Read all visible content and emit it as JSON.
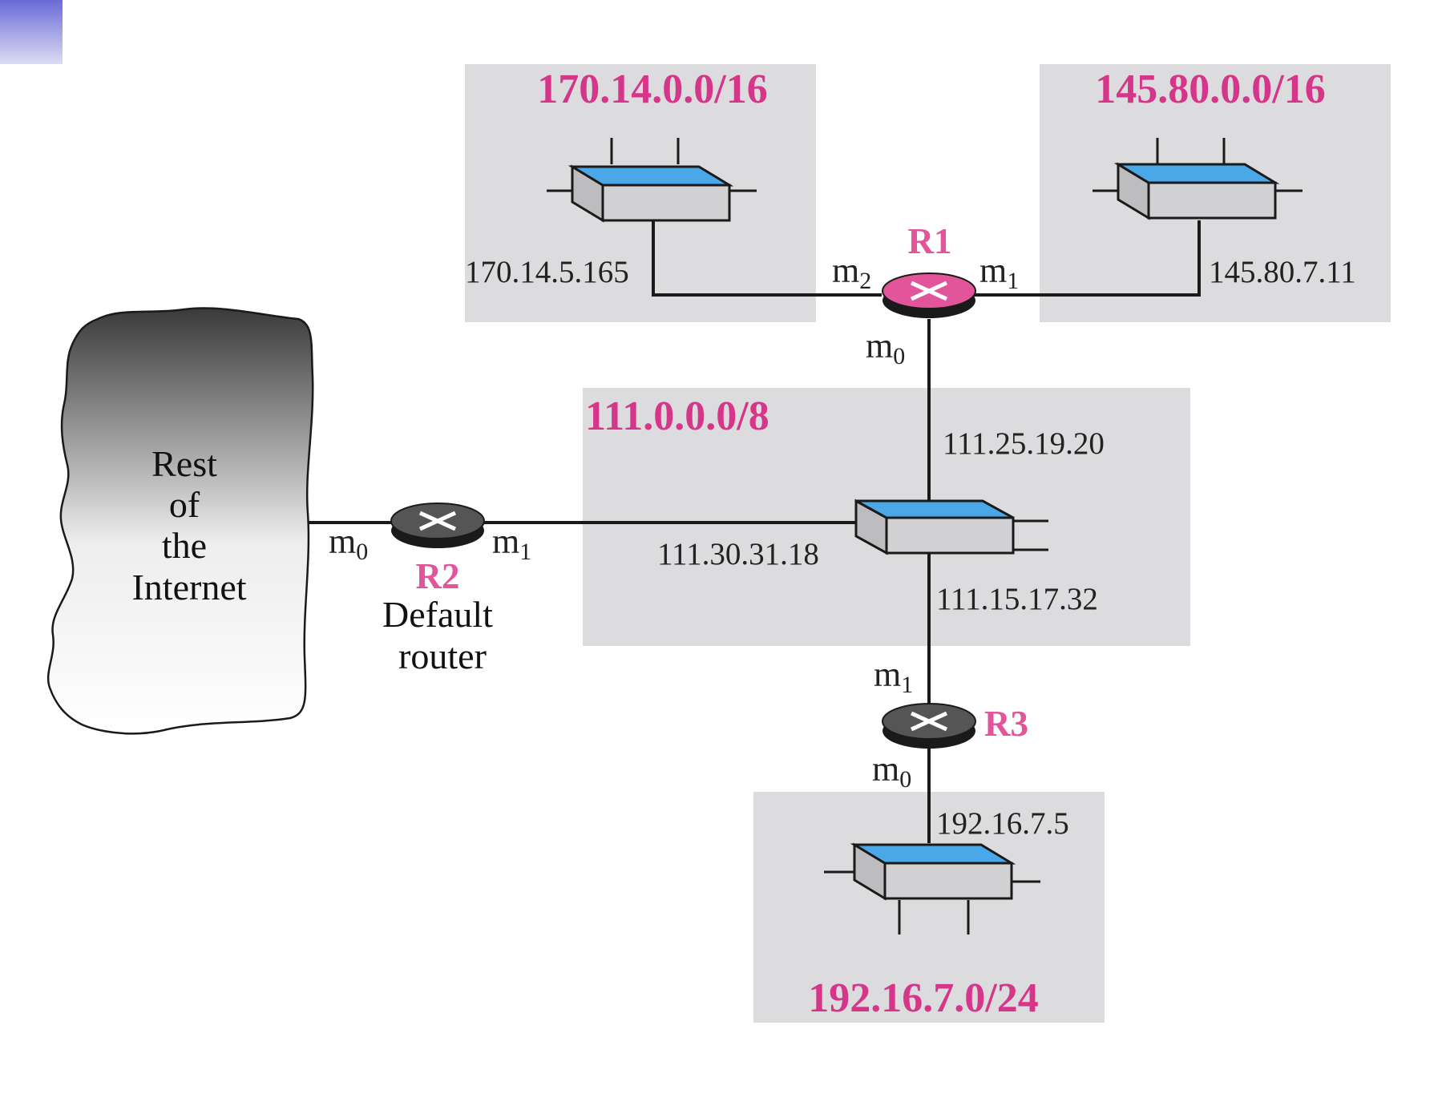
{
  "colors": {
    "network_label": "#d6368a",
    "router_label": "#e2559a",
    "network_box": "#dcdcde",
    "switch_top": "#4aa8e8",
    "switch_body": "#d2d2d4",
    "router_r1": "#e2559a",
    "router_grey": "#555555",
    "corner_accent": "#6a6ad8"
  },
  "icons": {
    "router": "router-x-icon",
    "switch": "switch-box-icon",
    "cloud": "internet-cloud-icon"
  },
  "networks": {
    "n170": {
      "prefix": "170.14.0.0/16",
      "interface_address": "170.14.5.165"
    },
    "n145": {
      "prefix": "145.80.0.0/16",
      "interface_address": "145.80.7.11"
    },
    "n111": {
      "prefix": "111.0.0.0/8",
      "address_r1": "111.25.19.20",
      "address_r2": "111.30.31.18",
      "address_r3": "111.15.17.32"
    },
    "n192": {
      "prefix": "192.16.7.0/24",
      "interface_address": "192.16.7.5"
    }
  },
  "routers": {
    "r1": {
      "name": "R1",
      "ports": {
        "m0": "m",
        "m0_sub": "0",
        "m1": "m",
        "m1_sub": "1",
        "m2": "m",
        "m2_sub": "2"
      }
    },
    "r2": {
      "name": "R2",
      "caption_line1": "Default",
      "caption_line2": "router",
      "ports": {
        "m0": "m",
        "m0_sub": "0",
        "m1": "m",
        "m1_sub": "1"
      }
    },
    "r3": {
      "name": "R3",
      "ports": {
        "m0": "m",
        "m0_sub": "0",
        "m1": "m",
        "m1_sub": "1"
      }
    }
  },
  "cloud": {
    "line1": "Rest",
    "line2": "of",
    "line3": "the",
    "line4": "Internet"
  }
}
